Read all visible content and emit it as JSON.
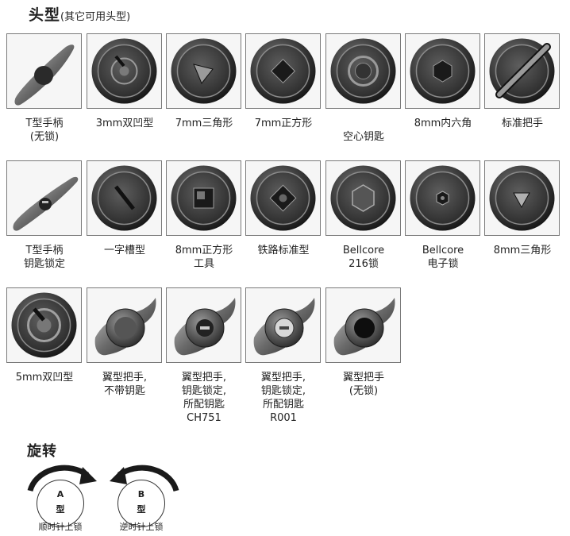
{
  "heading": {
    "title": "头型",
    "subtitle": "(其它可用头型)"
  },
  "rows": [
    [
      {
        "icon": "t-handle",
        "lines": [
          "T型手柄",
          "(无锁)"
        ]
      },
      {
        "icon": "double-groove",
        "lines": [
          "3mm双凹型"
        ]
      },
      {
        "icon": "triangle",
        "lines": [
          "7mm三角形"
        ]
      },
      {
        "icon": "square",
        "lines": [
          "7mm正方形"
        ]
      },
      {
        "icon": "hollow-key",
        "lines": [
          "",
          "空心钥匙"
        ]
      },
      {
        "icon": "hexagon",
        "lines": [
          "8mm内六角"
        ]
      },
      {
        "icon": "standard-handle",
        "lines": [
          "标准把手"
        ]
      }
    ],
    [
      {
        "icon": "t-handle-key",
        "lines": [
          "T型手柄",
          "钥匙锁定"
        ]
      },
      {
        "icon": "slot",
        "lines": [
          "一字槽型"
        ]
      },
      {
        "icon": "square-tool",
        "lines": [
          "8mm正方形",
          "工具"
        ]
      },
      {
        "icon": "railway",
        "lines": [
          "铁路标准型"
        ]
      },
      {
        "icon": "bellcore-216",
        "lines": [
          "Bellcore",
          "216锁"
        ]
      },
      {
        "icon": "bellcore-electronic",
        "lines": [
          "Bellcore",
          "电子锁"
        ]
      },
      {
        "icon": "triangle-8mm",
        "lines": [
          "8mm三角形"
        ]
      }
    ],
    [
      {
        "icon": "double-groove-5mm",
        "lines": [
          "5mm双凹型"
        ]
      },
      {
        "icon": "wing-plain",
        "lines": [
          "翼型把手,",
          "不带钥匙"
        ]
      },
      {
        "icon": "wing-ch751",
        "lines": [
          "翼型把手,",
          "钥匙锁定,",
          "所配钥匙",
          "CH751"
        ]
      },
      {
        "icon": "wing-r001",
        "lines": [
          "翼型把手,",
          "钥匙锁定,",
          "所配钥匙",
          "R001"
        ]
      },
      {
        "icon": "wing-nolock",
        "lines": [
          "翼型把手",
          "(无锁)"
        ]
      }
    ]
  ],
  "rotation": {
    "title": "旋转",
    "a": {
      "letter": "A",
      "type": "型",
      "caption": "顺时针上锁"
    },
    "b": {
      "letter": "B",
      "type": "型",
      "caption": "逆时针上锁"
    }
  }
}
